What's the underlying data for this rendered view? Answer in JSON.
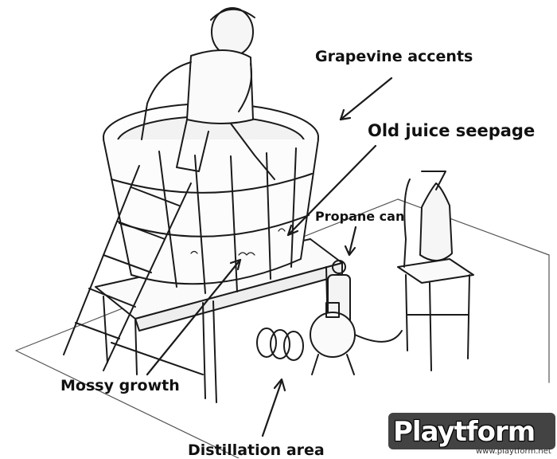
{
  "labels": {
    "grapevine": "Grapevine accents",
    "juice": "Old juice seepage",
    "propane": "Propane can",
    "mossy": "Mossy growth",
    "distillation": "Distillation area"
  },
  "watermark": {
    "logo": "Playtform",
    "url": "www.playtform.net"
  },
  "colors": {
    "ink": "#111111",
    "paper": "#ffffff"
  }
}
